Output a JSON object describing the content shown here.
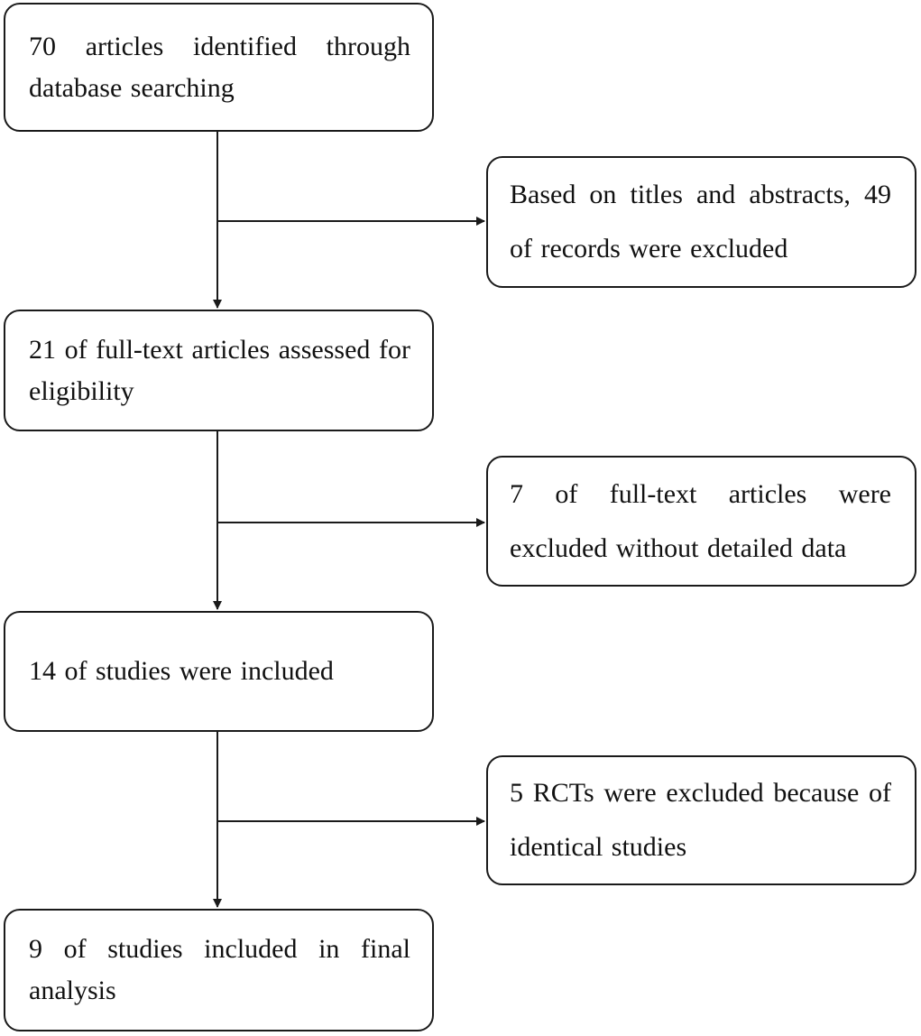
{
  "flow": {
    "steps": [
      "70 articles identified through database searching",
      "21 of full-text articles assessed for eligibility",
      "14 of studies were included",
      "9 of studies included in final analysis"
    ],
    "exclusions": [
      "Based on titles and abstracts, 49 of records were excluded",
      "7 of full-text articles were excluded without detailed data",
      "5 RCTs were excluded because of identical studies"
    ]
  },
  "colors": {
    "stroke": "#1a1a1a",
    "text": "#111111",
    "background": "#ffffff"
  }
}
